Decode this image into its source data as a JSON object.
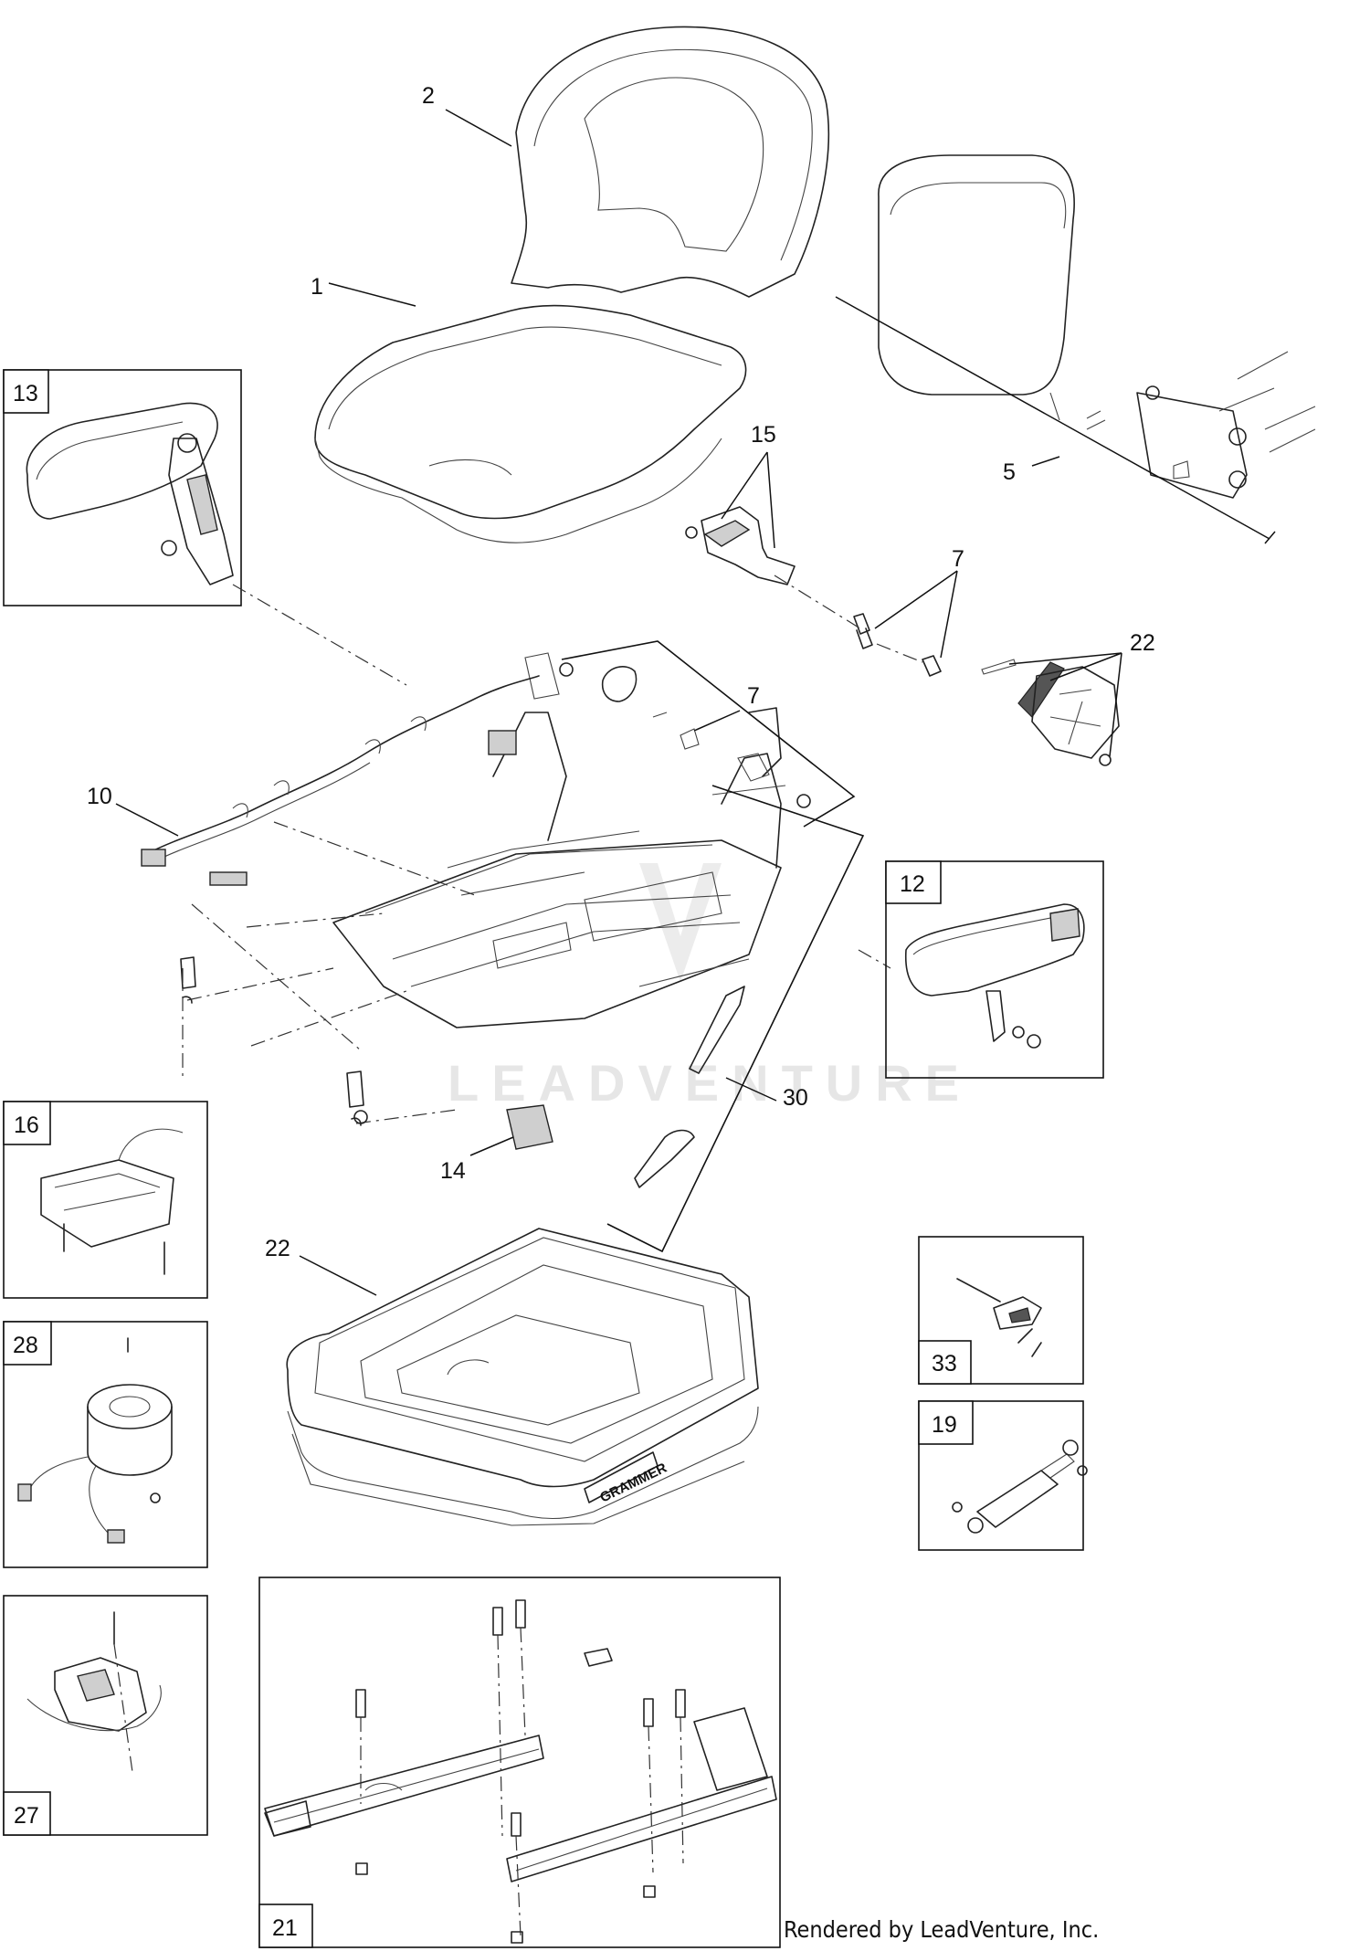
{
  "watermark": {
    "text": "LEADVENTURE"
  },
  "credit": "Rendered by LeadVenture, Inc.",
  "brand_on_base": "GRAMMER",
  "callouts": [
    {
      "id": "c1",
      "label": "1"
    },
    {
      "id": "c2",
      "label": "2"
    },
    {
      "id": "c5",
      "label": "5"
    },
    {
      "id": "c7a",
      "label": "7"
    },
    {
      "id": "c7b",
      "label": "7"
    },
    {
      "id": "c10",
      "label": "10"
    },
    {
      "id": "c14",
      "label": "14"
    },
    {
      "id": "c15",
      "label": "15"
    },
    {
      "id": "c22a",
      "label": "22"
    },
    {
      "id": "c22b",
      "label": "22"
    },
    {
      "id": "c30",
      "label": "30"
    }
  ],
  "boxed_parts": [
    {
      "id": "b13",
      "label": "13"
    },
    {
      "id": "b12",
      "label": "12"
    },
    {
      "id": "b16",
      "label": "16"
    },
    {
      "id": "b28",
      "label": "28"
    },
    {
      "id": "b27",
      "label": "27"
    },
    {
      "id": "b33",
      "label": "33"
    },
    {
      "id": "b19",
      "label": "19"
    },
    {
      "id": "b21",
      "label": "21"
    }
  ]
}
